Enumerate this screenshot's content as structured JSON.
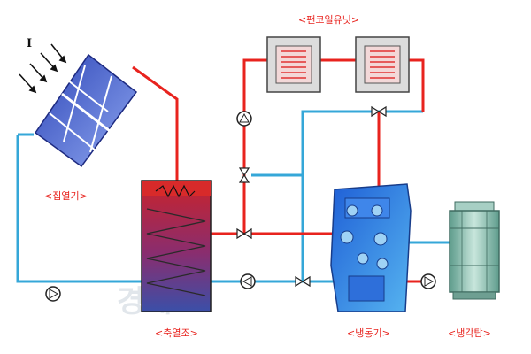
{
  "labels": {
    "fan_coil": "<팬코일유닛>",
    "collector": "<집열기>",
    "storage": "<축열조>",
    "chiller": "<냉동기>",
    "tower": "<냉각탑>",
    "sun": "I"
  },
  "watermark": "경제",
  "colors": {
    "hot_pipe": "#e8231e",
    "cold_pipe": "#35a7d8",
    "panel": "#3f5bc9",
    "tank_top": "#c9232b",
    "tank_bottom": "#3b4fa8",
    "chiller": "#2f74e4",
    "tower": "#7fb8a8",
    "label": "#e8231e"
  },
  "icons": [
    "solar-panel-icon",
    "pump-icon",
    "valve-icon",
    "fan-coil-icon",
    "chiller-icon",
    "cooling-tower-icon",
    "sun-ray-icon"
  ]
}
